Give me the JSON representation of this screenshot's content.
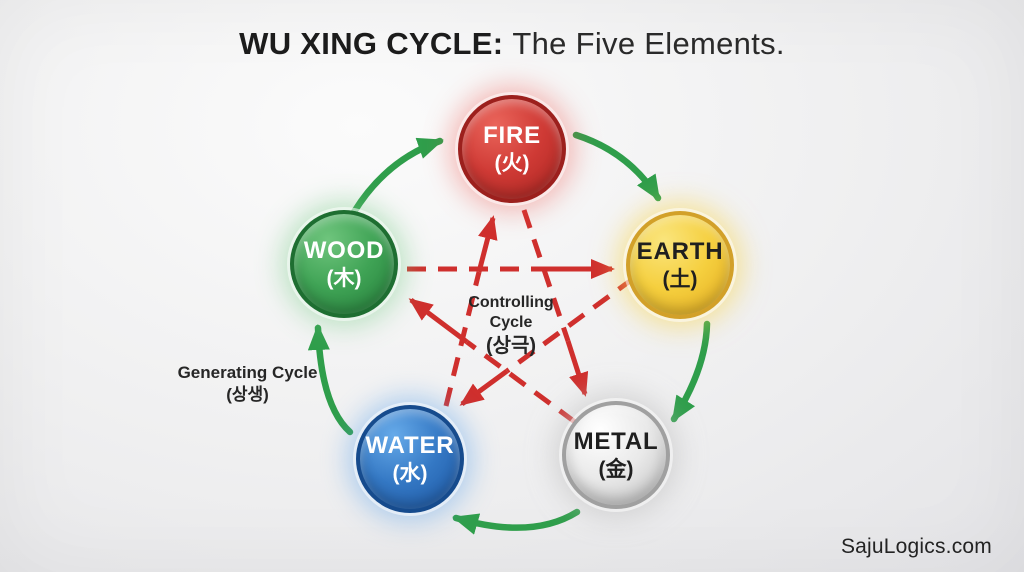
{
  "title": {
    "emphasis": "WU XING CYCLE:",
    "rest": "The Five Elements."
  },
  "elements": [
    {
      "name": "FIRE",
      "symbol": "(火)",
      "colors": {
        "light": "#ea655b",
        "mid": "#cf3a35",
        "dark": "#a82420",
        "ring": "#9c201d",
        "glow": "rgba(240,85,75,0.38)",
        "text": "#ffffff"
      }
    },
    {
      "name": "WOOD",
      "symbol": "(木)",
      "colors": {
        "light": "#6fc57d",
        "mid": "#3fa355",
        "dark": "#247c39",
        "ring": "#1e6e31",
        "glow": "rgba(120,205,135,0.45)",
        "text": "#ffffff"
      }
    },
    {
      "name": "EARTH",
      "symbol": "(土)",
      "colors": {
        "light": "#fae57d",
        "mid": "#f5cf3e",
        "dark": "#e2a91f",
        "ring": "#d2a029",
        "glow": "rgba(248,214,80,0.55)",
        "text": "#1f1f1f"
      }
    },
    {
      "name": "WATER",
      "symbol": "(水)",
      "colors": {
        "light": "#66aae9",
        "mid": "#3478c4",
        "dark": "#1c55a1",
        "ring": "#164b8d",
        "glow": "rgba(95,165,235,0.45)",
        "text": "#ffffff"
      }
    },
    {
      "name": "METAL",
      "symbol": "(金)",
      "colors": {
        "light": "#ffffff",
        "mid": "#e9e9e9",
        "dark": "#bcbcbc",
        "ring": "#a0a0a0",
        "glow": "rgba(195,195,195,0.6)",
        "text": "#1f1f1f"
      }
    }
  ],
  "cycles": {
    "generating": {
      "name": "Generating Cycle",
      "hangul": "(상생)",
      "color": "#2f9e4b"
    },
    "controlling": {
      "word1": "Controlling",
      "word2": "Cycle",
      "hangul": "(상극)",
      "color": "#cf2f2d"
    }
  },
  "watermark": "SajuLogics.com"
}
